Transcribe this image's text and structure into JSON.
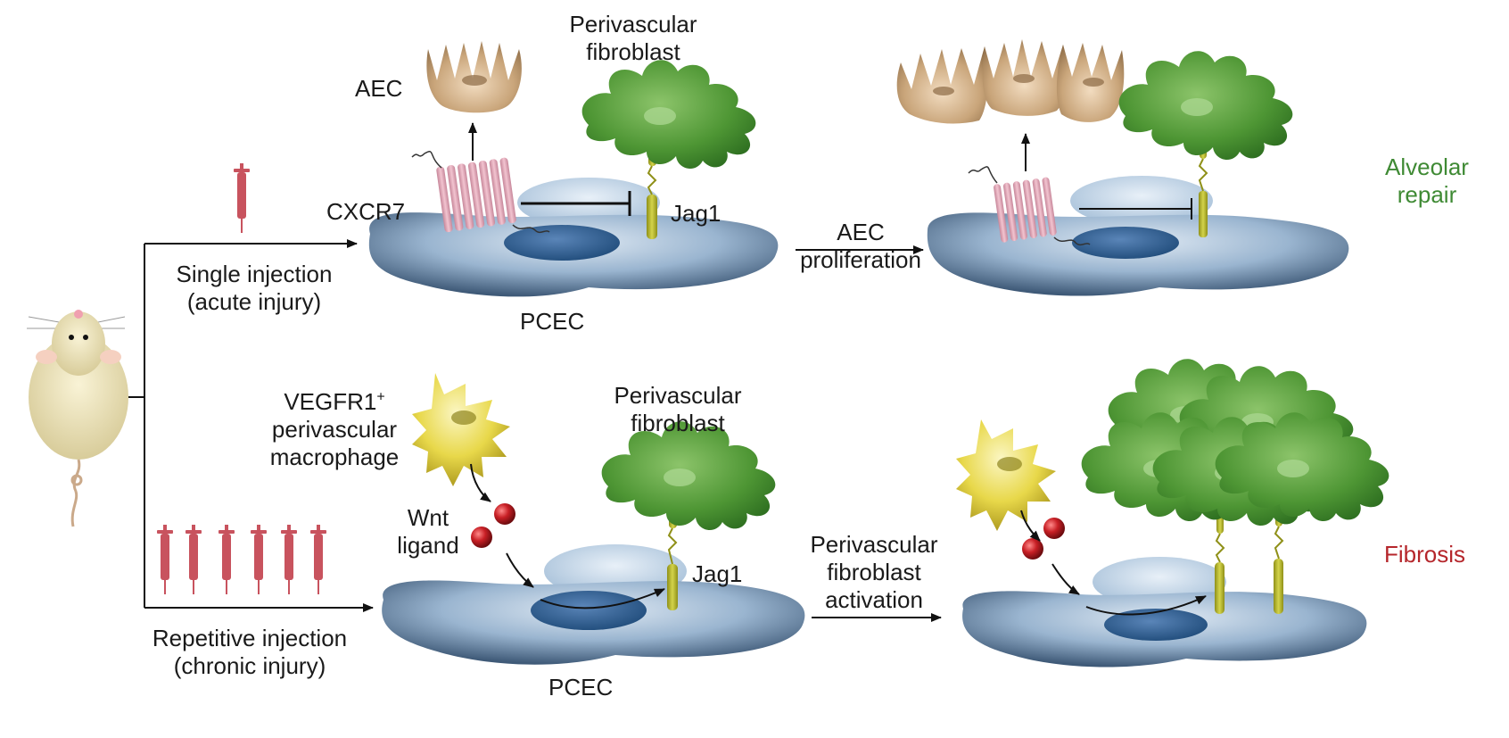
{
  "colors": {
    "endothelial": "#7f9cbb",
    "endothelial_nucleus": "#2f5f96",
    "fibroblast": "#4e9634",
    "aec": "#c9a57a",
    "cxcr7": "#e6a6b8",
    "jag1": "#b7b82e",
    "macrophage": "#e6d64a",
    "wnt": "#b3191f",
    "syringe": "#c8535e",
    "repair_text": "#3f8a34",
    "fibrosis_text": "#b5262b"
  },
  "top": {
    "fibroblast_label": [
      "Perivascular",
      "fibroblast"
    ],
    "aec_label": "AEC",
    "receptor_label": "CXCR7",
    "ligand_label": "Jag1",
    "injury_label": [
      "Single injection",
      "(acute injury)"
    ],
    "cell_label": "PCEC",
    "transition_label": [
      "AEC",
      "proliferation"
    ],
    "outcome_label": [
      "Alveolar",
      "repair"
    ]
  },
  "bottom": {
    "macrophage_label": [
      "VEGFR1",
      "+",
      "perivascular",
      "macrophage"
    ],
    "wnt_label": [
      "Wnt",
      "ligand"
    ],
    "fibroblast_label": [
      "Perivascular",
      "fibroblast"
    ],
    "ligand_label": "Jag1",
    "injury_label": [
      "Repetitive injection",
      "(chronic injury)"
    ],
    "cell_label": "PCEC",
    "transition_label": [
      "Perivascular",
      "fibroblast",
      "activation"
    ],
    "outcome_label": "Fibrosis"
  }
}
